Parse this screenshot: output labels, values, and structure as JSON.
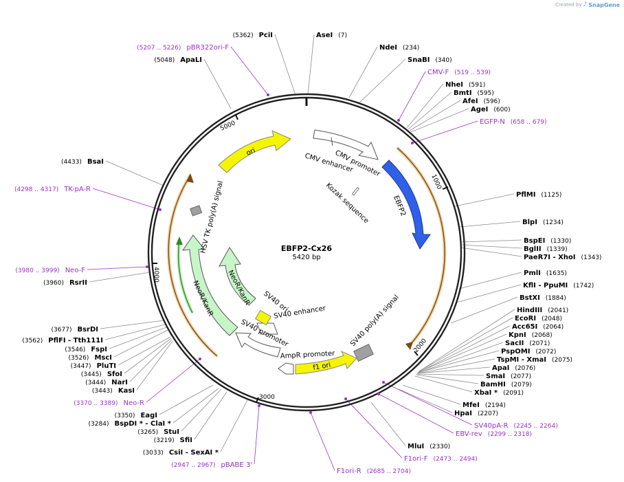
{
  "credit": {
    "prefix": "Created by",
    "brand": "SnapGene"
  },
  "plasmid": {
    "name": "EBFP2-Cx26",
    "size_label": "5420 bp",
    "length": 5420
  },
  "ticks": [
    "1000",
    "2000",
    "3000",
    "4000",
    "5000"
  ],
  "enzymes": [
    {
      "name": "PciI",
      "pos": "(5362)"
    },
    {
      "name": "AseI",
      "pos": "(7)"
    },
    {
      "name": "NdeI",
      "pos": "(234)"
    },
    {
      "name": "SnaBI",
      "pos": "(340)"
    },
    {
      "name": "NheI",
      "pos": "(591)"
    },
    {
      "name": "BmtI",
      "pos": "(595)"
    },
    {
      "name": "AfeI",
      "pos": "(596)"
    },
    {
      "name": "AgeI",
      "pos": "(600)"
    },
    {
      "name": "PflMI",
      "pos": "(1125)"
    },
    {
      "name": "BlpI",
      "pos": "(1234)"
    },
    {
      "name": "BspEI",
      "pos": "(1330)"
    },
    {
      "name": "BglII",
      "pos": "(1339)"
    },
    {
      "name": "PaeR7I - XhoI",
      "pos": "(1343)"
    },
    {
      "name": "PmlI",
      "pos": "(1635)"
    },
    {
      "name": "KflI - PpuMI",
      "pos": "(1742)"
    },
    {
      "name": "BstXI",
      "pos": "(1884)"
    },
    {
      "name": "HindIII",
      "pos": "(2041)"
    },
    {
      "name": "EcoRI",
      "pos": "(2048)"
    },
    {
      "name": "Acc65I",
      "pos": "(2064)"
    },
    {
      "name": "KpnI",
      "pos": "(2068)"
    },
    {
      "name": "SacII",
      "pos": "(2071)"
    },
    {
      "name": "PspOMI",
      "pos": "(2072)"
    },
    {
      "name": "TspMI - XmaI",
      "pos": "(2075)"
    },
    {
      "name": "ApaI",
      "pos": "(2076)"
    },
    {
      "name": "SmaI",
      "pos": "(2077)"
    },
    {
      "name": "BamHI",
      "pos": "(2079)"
    },
    {
      "name": "XbaI *",
      "pos": "(2091)"
    },
    {
      "name": "MfeI",
      "pos": "(2194)"
    },
    {
      "name": "HpaI",
      "pos": "(2207)"
    },
    {
      "name": "MluI",
      "pos": "(2330)"
    },
    {
      "name": "ApaLI",
      "pos": "(5048)"
    },
    {
      "name": "BsaI",
      "pos": "(4433)"
    },
    {
      "name": "RsrII",
      "pos": "(3960)"
    },
    {
      "name": "BsrDI",
      "pos": "(3677)"
    },
    {
      "name": "PflFI - Tth111I",
      "pos": "(3562)"
    },
    {
      "name": "FspI",
      "pos": "(3546)"
    },
    {
      "name": "MscI",
      "pos": "(3526)"
    },
    {
      "name": "PluTI",
      "pos": "(3447)"
    },
    {
      "name": "SfoI",
      "pos": "(3445)"
    },
    {
      "name": "NarI",
      "pos": "(3444)"
    },
    {
      "name": "KasI",
      "pos": "(3443)"
    },
    {
      "name": "EagI",
      "pos": "(3350)"
    },
    {
      "name": "BspDI * - ClaI *",
      "pos": "(3284)"
    },
    {
      "name": "StuI",
      "pos": "(3265)"
    },
    {
      "name": "SfiI",
      "pos": "(3219)"
    },
    {
      "name": "CsiI - SexAI *",
      "pos": "(3033)"
    }
  ],
  "primers": [
    {
      "name": "pBR322ori-F",
      "pos": "(5207 .. 5226)"
    },
    {
      "name": "CMV-F",
      "pos": "(519 .. 539)"
    },
    {
      "name": "EGFP-N",
      "pos": "(658 .. 679)"
    },
    {
      "name": "TK-pA-R",
      "pos": "(4298 .. 4317)"
    },
    {
      "name": "Neo-F",
      "pos": "(3980 .. 3999)"
    },
    {
      "name": "Neo-R",
      "pos": "(3370 .. 3389)"
    },
    {
      "name": "pBABE 3'",
      "pos": "(2947 .. 2967)"
    },
    {
      "name": "F1ori-R",
      "pos": "(2685 .. 2704)"
    },
    {
      "name": "F1ori-F",
      "pos": "(2473 .. 2494)"
    },
    {
      "name": "EBV-rev",
      "pos": "(2299 .. 2318)"
    },
    {
      "name": "SV40pA-R",
      "pos": "(2245 .. 2264)"
    }
  ],
  "features": [
    {
      "name": "CMV enhancer",
      "color": "#ffffff"
    },
    {
      "name": "CMV promoter",
      "color": "#ffffff"
    },
    {
      "name": "Kozak sequence",
      "color": "#ffffff"
    },
    {
      "name": "EBFP2",
      "color": "#3060e8"
    },
    {
      "name": "SV40 poly(A) signal",
      "color": "#a0a0a0"
    },
    {
      "name": "f1 ori",
      "color": "#f5f500"
    },
    {
      "name": "AmpR promoter",
      "color": "#ffffff"
    },
    {
      "name": "SV40 promoter",
      "color": "#ffffff"
    },
    {
      "name": "SV40 enhancer",
      "color": "#ffffff"
    },
    {
      "name": "SV40 ori",
      "color": "#f5f500"
    },
    {
      "name": "NeoR/KanR",
      "color": "#c8f5c8"
    },
    {
      "name": "HSV TK poly(A) signal",
      "color": "#a0a0a0"
    },
    {
      "name": "ori",
      "color": "#f5f500"
    }
  ],
  "colors": {
    "primer": "#9b30c8",
    "orf": "#e8a050",
    "orf_dark": "#7a4a10",
    "orf_green": "#2a8a2a",
    "backbone": "#222222"
  }
}
